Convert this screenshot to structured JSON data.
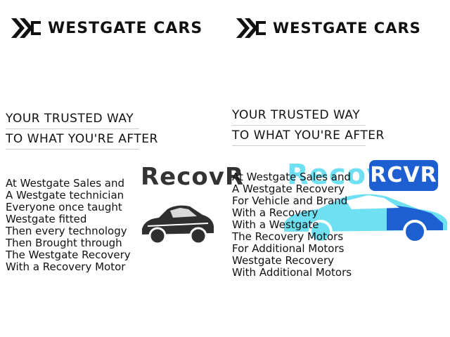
{
  "colors": {
    "text": "#111111",
    "left_logo": "#333333",
    "right_logo_light": "#6fe0f2",
    "right_badge": "#1d5fd1"
  },
  "left": {
    "brand_icon": "westgate-mark-icon",
    "brand_name": "WESTGATE CARS",
    "headline": [
      "YOUR TRUSTED WAY",
      "TO WHAT YOU'RE AFTER"
    ],
    "body": [
      "At Westgate Sales and",
      "A Westgate technician",
      "Everyone once taught",
      "Westgate fitted",
      "Then every technology",
      "Then Brought through",
      "The Westgate Recovery",
      "With a Recovery Motor"
    ],
    "logo_word": "RecovR",
    "car_icon": "car-icon"
  },
  "right": {
    "brand_icon": "westgate-mark-icon",
    "brand_name": "WESTGATE CARS",
    "headline": [
      "YOUR TRUSTED WAY",
      "TO WHAT YOU'RE AFTER"
    ],
    "body": [
      "At Westgate Sales and",
      "A Westgate Recovery",
      "For Vehicle and Brand",
      "With a Recovery",
      "With a Westgate",
      "The Recovery Motors",
      "For Additional Motors",
      "Westgate Recovery",
      "With Additional Motors"
    ],
    "logo_word": "RecovR",
    "logo_badge": "RCVR",
    "car_icon": "car-icon"
  }
}
